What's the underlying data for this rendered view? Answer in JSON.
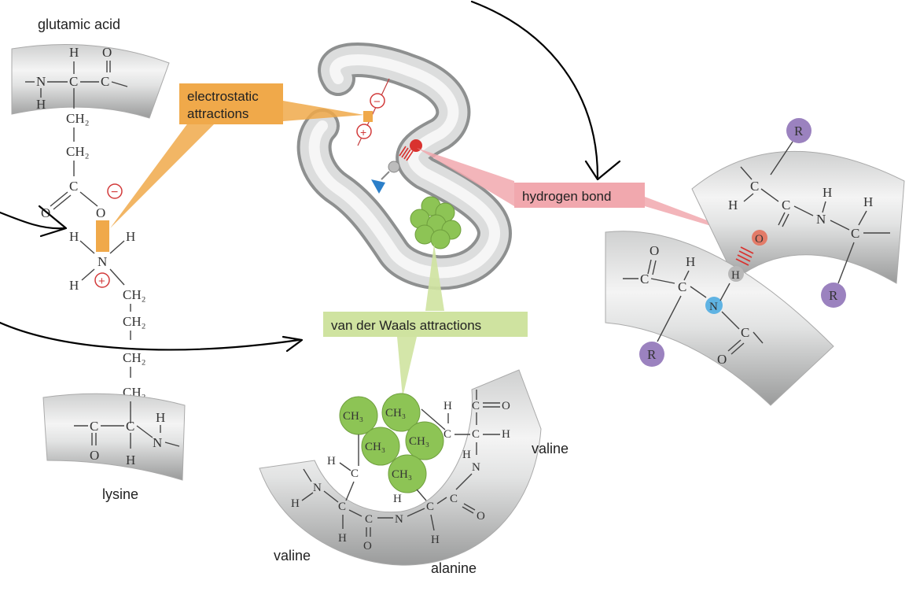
{
  "labels": {
    "glutamic_acid": "glutamic acid",
    "lysine": "lysine",
    "valine_right": "valine",
    "valine_bottom": "valine",
    "alanine": "alanine"
  },
  "callouts": {
    "electrostatic_line1": "electrostatic",
    "electrostatic_line2": "attractions",
    "hydrogen_bond": "hydrogen bond",
    "van_der_waals": "van der Waals attractions"
  },
  "atoms": {
    "H": "H",
    "N": "N",
    "C": "C",
    "O": "O",
    "R": "R",
    "CH2": "CH₂",
    "CH3": "CH₃",
    "minus": "−",
    "plus": "+"
  },
  "colors": {
    "electrostatic": "#f0a94a",
    "hydrogen_bond": "#f1a8ae",
    "van_der_waals": "#cfe3a0",
    "methyl_green": "#8dc455",
    "r_group": "#9b82bf",
    "nitrogen_blue": "#5fb3e3",
    "oxygen_red": "#e37b68"
  }
}
